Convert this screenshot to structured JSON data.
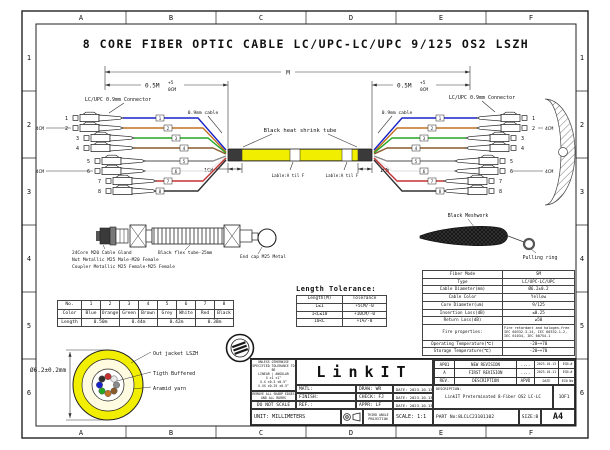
{
  "sheet": {
    "title": "8 CORE FIBER OPTIC CABLE LC/UPC-LC/UPC 9/125 OS2 LSZH",
    "zone_columns": [
      "A",
      "B",
      "C",
      "D",
      "E",
      "F"
    ],
    "zone_rows": [
      "1",
      "2",
      "3",
      "4",
      "5",
      "6"
    ]
  },
  "colors": {
    "cable_yellow": "#f2ee00",
    "fiber_colors": [
      "#1822c8",
      "#c27122",
      "#22a822",
      "#8a5a2a",
      "#8a8a8a",
      "#e9e9e9",
      "#c53030",
      "#303030"
    ]
  },
  "assembly": {
    "dim_overall": "M",
    "dim_leg": "0.5M",
    "dim_leg_tol_plus": "+5",
    "dim_leg_tol_minus": "0CM",
    "connector_label": "LC/UPC 0.9mm Connector",
    "cable_0_9mm_label": "0.9mm cable",
    "heat_shrink_label": "Black heat shrink tube",
    "label_a_f": "Lable:A til F",
    "dim_1cm": "1CM",
    "dim_4cm": "4CM",
    "fiber_numbers": [
      "1",
      "2",
      "3",
      "4",
      "5",
      "6",
      "7",
      "8"
    ]
  },
  "gland_detail": {
    "line1": "24Core M20 Cable Gland",
    "line2": "Nut Metallic M25 Male-M20 Female",
    "line3": "Coupler Metallic M25 Female-M25 Female",
    "flex_tube": "Black flex tube-25mm",
    "end_cap": "End cap M25 Metal"
  },
  "mesh_detail": {
    "meshwork": "Black Meshwork",
    "pulling_ring": "Pulling ring"
  },
  "conductor_table": {
    "row_labels": [
      "No.",
      "Color",
      "Length"
    ],
    "numbers": [
      "1",
      "2",
      "3",
      "4",
      "5",
      "6",
      "7",
      "8"
    ],
    "colors": [
      "Blue",
      "Orange",
      "Green",
      "Brown",
      "Grey",
      "White",
      "Red",
      "Black"
    ],
    "lengths": [
      "0.50m",
      "0.44m",
      "0.42m",
      "0.38m"
    ]
  },
  "tolerance_table": {
    "title": "Length Tolerance:",
    "col1": "Length(M)",
    "col2": "Tolerance",
    "rows": [
      [
        "L≤1",
        "+5CM/-0"
      ],
      [
        "1<L≤10",
        "+10CM/-0"
      ],
      [
        "10<L",
        "+1%/-0"
      ]
    ]
  },
  "spec_table": {
    "rows": [
      {
        "label": "Fiber Mode",
        "value": "SM"
      },
      {
        "label": "Type",
        "value": "LC/UPC-LC/UPC"
      },
      {
        "label": "Cable Diameter(mm)",
        "value": "Ø6.2±0.2"
      },
      {
        "label": "Cable Color",
        "value": "Yellow"
      },
      {
        "label": "Core Diameter(um)",
        "value": "9/125"
      },
      {
        "label": "Insertion Loss(dB)",
        "value": "≤0.25"
      },
      {
        "label": "Return Loss(dB)",
        "value": "≥50"
      },
      {
        "label": "Fire properties:",
        "value": "Fire retardant and halogen-free IEC 60332-3-24, IEC 60332-1-2, IEC 61034, IEC 60754-1"
      },
      {
        "label": "Operating Temperature(℃)",
        "value": "-20~+70"
      },
      {
        "label": "Storage Temperature(℃)",
        "value": "-20~+70"
      }
    ]
  },
  "cross_section": {
    "diameter": "Ø6.2±0.2mm",
    "out_jacket": "Out jacket LSZH",
    "tight_buffer": "Tigth Buffered",
    "aramid": "Aramid yarn"
  },
  "title_block": {
    "logo": "LinkIT",
    "tolerance_note": "UNLESS OTHERWISE SPECIFIED TOLERANCE TO BE",
    "tol_linear": "LINEAR",
    "tol_angular": "ANGULAR",
    "tol_row1": "X ±1  ±1°",
    "tol_row2": "X.X ±0.5  ±0.5°",
    "tol_row3": "X.XX ±0.25  ±0.5°",
    "remove_burrs": "REMOVE ALL SHARP EDGES AND ALL BURRS",
    "do_not_scale": "DO NOT SCALE",
    "unit": "UNIT: MILLIMETERS",
    "projection": "THIRD ANGLE PROJECTION",
    "scale": "SCALE: 1:1",
    "matl": "MATL:",
    "finish": "FINISH:",
    "ref": "REF.:",
    "draw": "DRAW: WR",
    "check": "CHECK: FJ",
    "appr": "APPR: LF",
    "date1": "DATE: 2023.10.13",
    "date2": "DATE: 2023.10.13",
    "date3": "DATE: 2023.10.13",
    "part_no": "PART No:8LCLC23101102",
    "size": "SIZE:B",
    "paper": "A4",
    "sheet_no": "1OF1",
    "description_label": "DESCRIPTION:",
    "description": "LinkIT Preterminated 8-Fiber OS2 LC-LC",
    "revision": {
      "rows": [
        [
          "AP01",
          "NEW REVISION",
          "....",
          "2023.10.13",
          "ECN-#"
        ],
        [
          "A",
          "FIRST REVISION",
          "....",
          "2023.10.11",
          "ECN-#"
        ],
        [
          "REV.",
          "DESCRIPTION",
          "APVD",
          "DATE",
          "ECN No"
        ]
      ]
    }
  }
}
